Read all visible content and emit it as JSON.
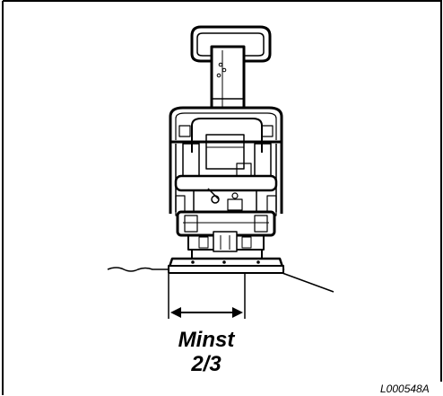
{
  "diagram": {
    "label_line1": "Minst",
    "label_line2": "2/3",
    "figure_code": "L000548A"
  },
  "colors": {
    "ink": "#000000",
    "background": "#ffffff",
    "shade": "#d9d9d9"
  }
}
